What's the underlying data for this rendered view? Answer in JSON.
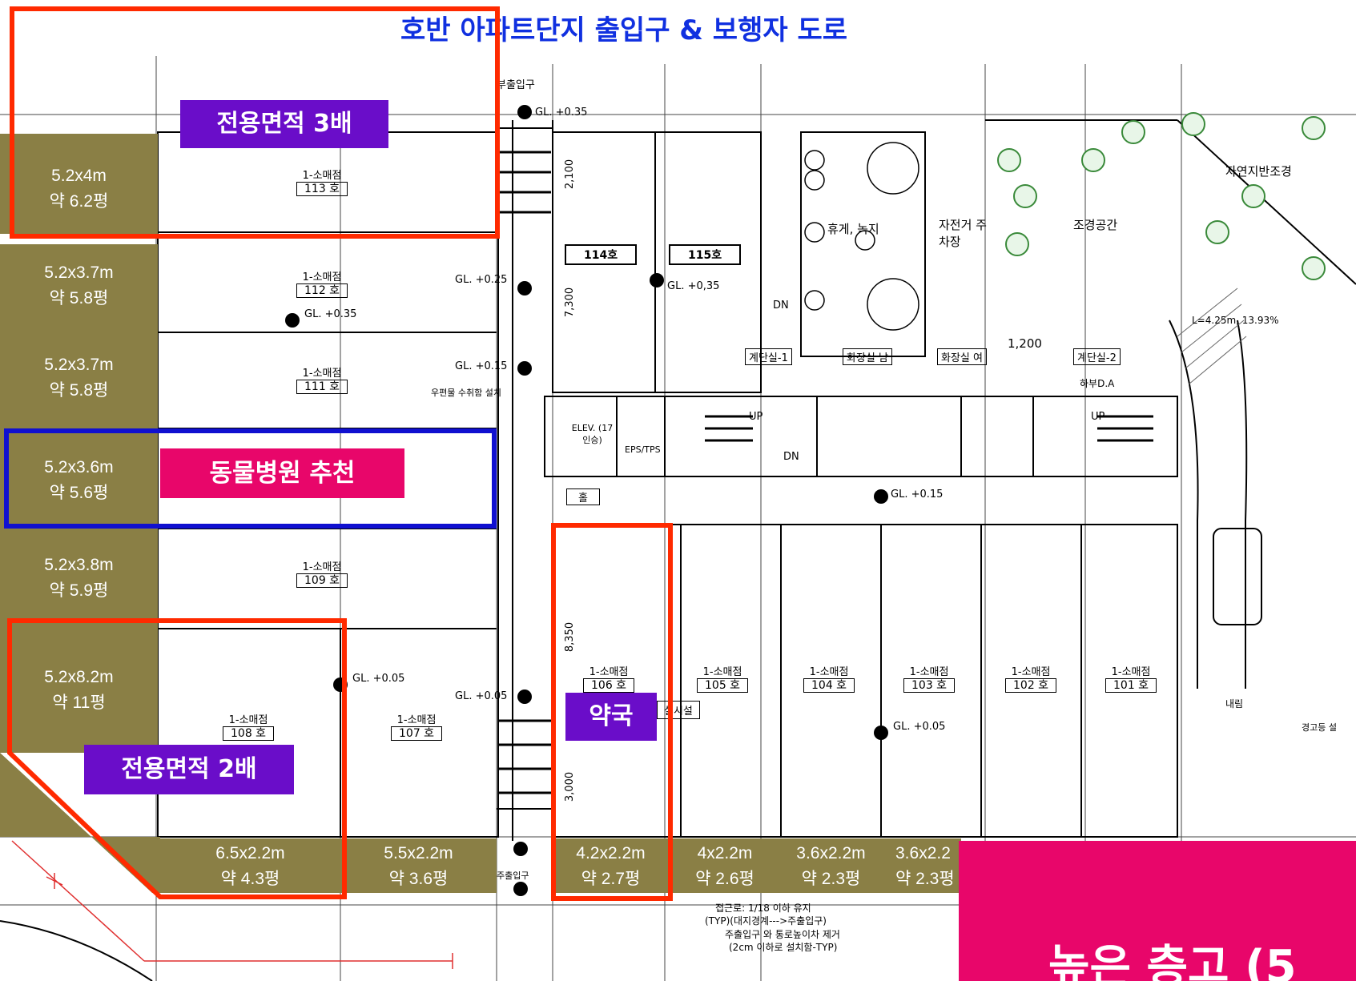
{
  "header_title": "호반 아파트단지 출입구 & 보행자 도로",
  "left_column_cells": [
    {
      "size": "5.2x4m",
      "area": "약 6.2평"
    },
    {
      "size": "5.2x3.7m",
      "area": "약 5.8평"
    },
    {
      "size": "5.2x3.7m",
      "area": "약 5.8평"
    },
    {
      "size": "5.2x3.6m",
      "area": "약 5.6평"
    },
    {
      "size": "5.2x3.8m",
      "area": "약 5.9평"
    },
    {
      "size": "5.2x8.2m",
      "area": "약 11평"
    }
  ],
  "bottom_row_cells": [
    {
      "size": "6.5x2.2m",
      "area": "약 4.3평"
    },
    {
      "size": "5.5x2.2m",
      "area": "약 3.6평"
    },
    {
      "size": "4.2x2.2m",
      "area": "약 2.7평"
    },
    {
      "size": "4x2.2m",
      "area": "약 2.6평"
    },
    {
      "size": "3.6x2.2m",
      "area": "약 2.3평"
    },
    {
      "size": "3.6x2.2",
      "area": "약 2.3평"
    }
  ],
  "callouts": {
    "area_3x": "전용면적 3배",
    "area_2x": "전용면적 2배",
    "vet": "동물병원 추천",
    "pharmacy": "약국",
    "ceiling": "높은 층고 (5"
  },
  "units": {
    "u113": "113 호",
    "u112": "112 호",
    "u111": "111 호",
    "u109": "109 호",
    "u108": "108 호",
    "u107": "107 호",
    "u106": "106 호",
    "u105": "105 호",
    "u104": "104 호",
    "u103": "103 호",
    "u102": "102 호",
    "u101": "101 호",
    "u114": "114호",
    "u115": "115호",
    "type": "1-소매점"
  },
  "plan_labels": {
    "sub_entrance": "부출입구",
    "main_entrance": "주출입구",
    "gl_035a": "GL. +0.35",
    "gl_025": "GL. +0.25",
    "gl_035b": "GL. +0.35",
    "gl_035c": "GL. +0,35",
    "gl_015a": "GL. +0.15",
    "gl_015b": "GL. +0.15",
    "gl_005a": "GL. +0.05",
    "gl_005b": "GL. +0.05",
    "gl_005c": "GL. +0.05",
    "dim_2100": "2,100",
    "dim_7300": "7,300",
    "dim_8350": "8,350",
    "dim_3000": "3,000",
    "dim_1200": "1,200",
    "rest": "휴게, 녹지",
    "bike": "자전거 주차장",
    "landscape": "조경공간",
    "natural": "자연지반조경",
    "stair1": "계단실-1",
    "stair2": "계단실-2",
    "toilet_m": "화장실 남",
    "toilet_f": "화장실 여",
    "elev": "ELEV. (17인승)",
    "eps": "EPS/TPS",
    "hall": "홀",
    "mailbox": "우편물 수취함 설치",
    "ramp": "L=4.25m, 13.93%",
    "up1": "UP",
    "up2": "UP",
    "dn": "DN",
    "dn2": "DN",
    "dnsub": "하부D.A",
    "facility": "설시설",
    "inner": "내림",
    "warning": "경고등 설",
    "note1": "접근로: 1/18 이하 유지",
    "note2": "(TYP)(대지경계--->주출입구)",
    "note3": "주출입구 와 통로높이차 제거",
    "note4": "(2cm 이하로 설치함-TYP)"
  },
  "colors": {
    "olive": "#8a7f45",
    "red_frame": "#ff2a00",
    "blue_frame": "#1010d0",
    "purple": "#6a0dc9",
    "magenta": "#e8066a",
    "title_blue": "#1030e0"
  }
}
